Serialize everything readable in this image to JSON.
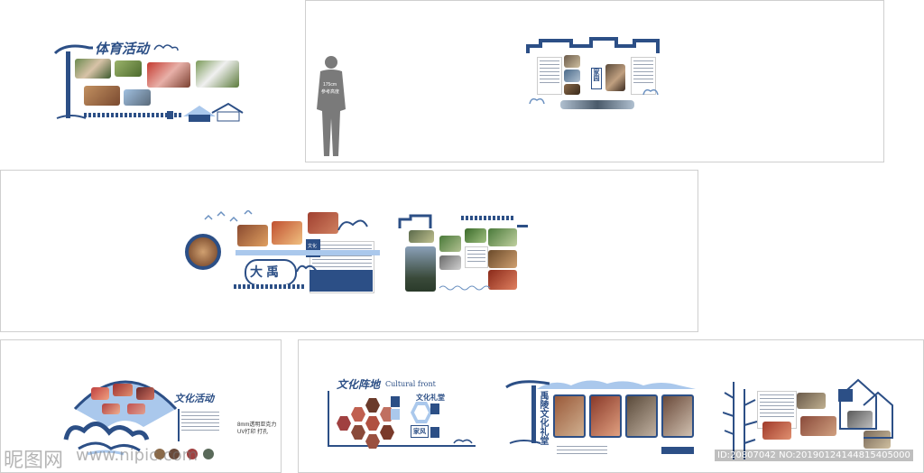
{
  "panel_1": {
    "title": "体育活动"
  },
  "panel_2": {
    "height_line_1": "175cm",
    "height_line_2": "参考高度",
    "plaque": "家园"
  },
  "panel_3": {
    "plaque": "大禹",
    "banner": "文化"
  },
  "panel_4": {
    "title": "文化活动",
    "note_line_1": "8mm透明亚克力",
    "note_line_2": "UV打印 打孔"
  },
  "panel_5": {
    "title_cn": "文化阵地",
    "title_en": "Cultural front",
    "sub_title": "文化礼堂",
    "vertical_title": "禹陵文化礼堂",
    "plaque": "家风"
  },
  "watermark": {
    "logo_text": "昵图网",
    "site": "www.nipic.com",
    "id_line": "ID:20807042 NO:20190124144815405000"
  },
  "colors": {
    "brand_blue": "#2c4f86",
    "light_blue": "#aac8ec"
  }
}
